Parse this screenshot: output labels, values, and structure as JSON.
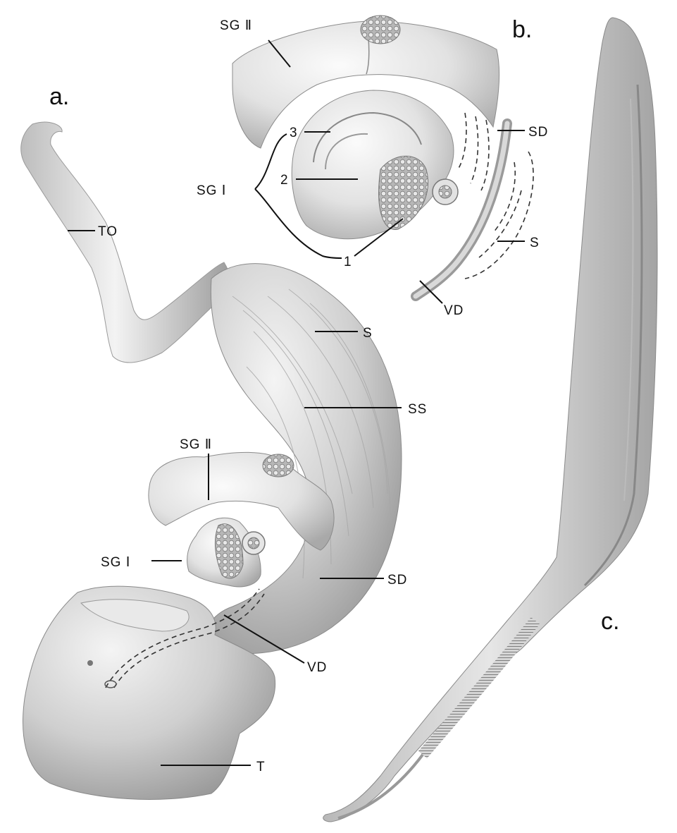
{
  "panels": {
    "a": "a.",
    "b": "b.",
    "c": "c."
  },
  "panel_a_labels": {
    "to": "TO",
    "s": "S",
    "ss": "SS",
    "sg2": "SG Ⅱ",
    "sg1": "SG Ⅰ",
    "sd": "SD",
    "vd": "VD",
    "t": "T"
  },
  "panel_b_labels": {
    "sg2": "SG Ⅱ",
    "sg1": "SG Ⅰ",
    "n1": "1",
    "n2": "2",
    "n3": "3",
    "sd": "SD",
    "s": "S",
    "vd": "VD"
  },
  "colors": {
    "tissue_light": "#ececec",
    "tissue_mid": "#c9c9c9",
    "tissue_dark": "#9a9a9a",
    "ink": "#111111"
  }
}
